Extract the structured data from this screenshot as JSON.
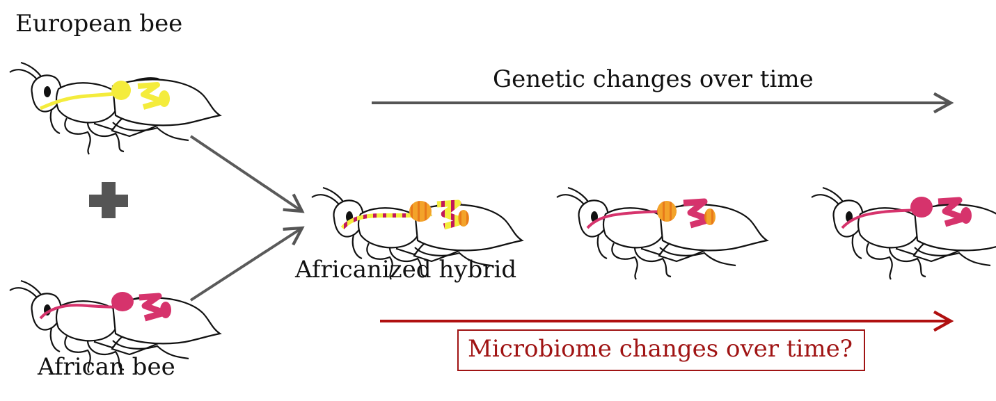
{
  "labels": {
    "european_bee": "European bee",
    "african_bee": "African bee",
    "hybrid": "Africanized hybrid",
    "genetic_changes": "Genetic changes over time",
    "microbiome_changes": "Microbiome changes over time?"
  },
  "colors": {
    "european_gut": "#f4ec3c",
    "african_gut": "#d6336c",
    "mixed_gut_orange": "#f3a32a",
    "genetic_arrow": "#555555",
    "microbiome_arrow": "#b01010",
    "cross_arrows": "#5a5a5a",
    "plus_sign": "#555555"
  },
  "icons": {
    "plus": "plus-icon",
    "bee": "bee-icon"
  }
}
